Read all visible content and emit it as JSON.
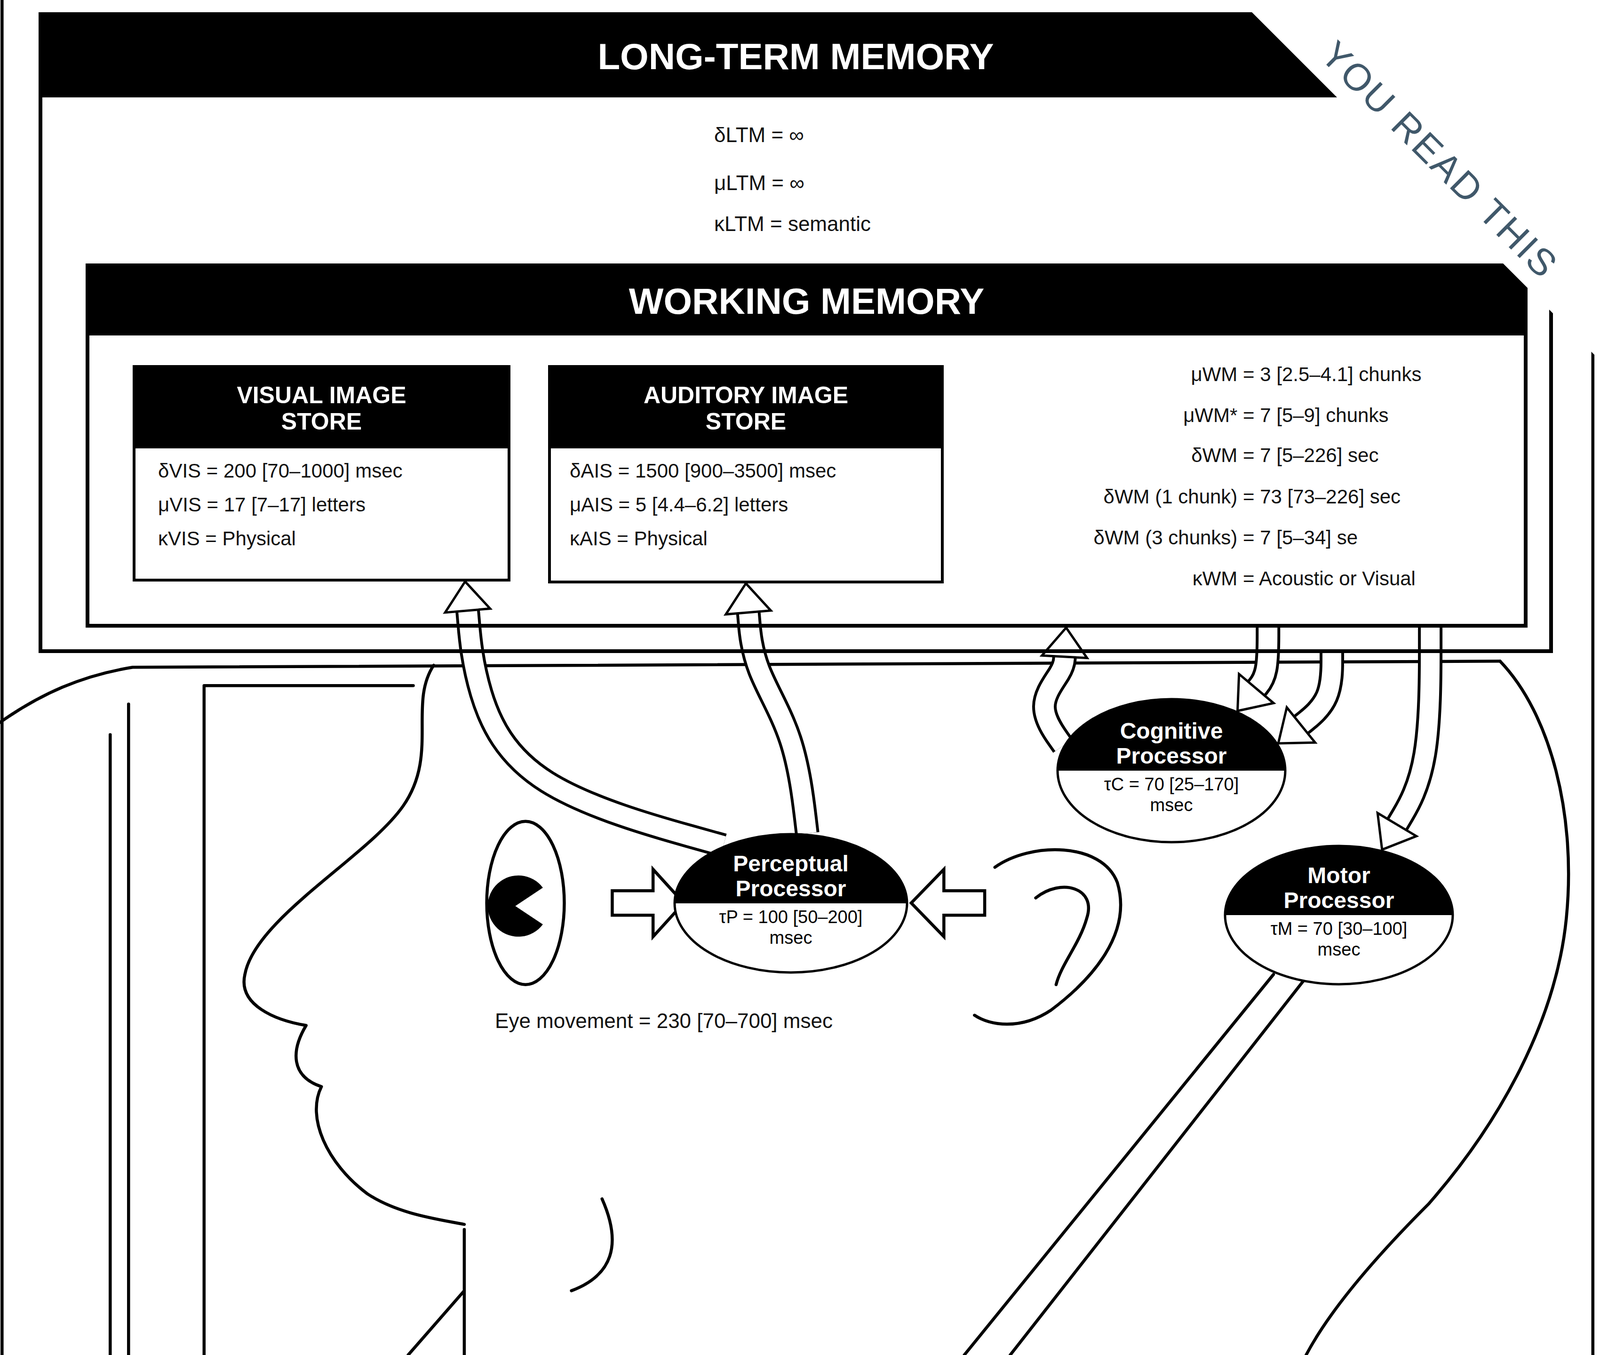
{
  "diagram": {
    "nodes": [
      {
        "text": [
          "LONG-TERM MEMORY",
          "δLTM = ∞",
          "μLTM = ∞",
          "κLTM = semantic"
        ]
      },
      {
        "text": [
          "WORKING MEMORY",
          "μWM = 3 [2.5–4.1] chunks",
          "μWM* = 7 [5–9] chunks",
          "δWM = 7 [5–226] sec",
          "δWM (1 chunk) = 73 [73–226] sec",
          "δWM (3 chunks) = 7 [5–34] se",
          "κWM = Acoustic or Visual"
        ],
        "in": 0
      },
      {
        "text": [
          "VISUAL IMAGE STORE",
          "δVIS = 200 [70–1000] msec",
          "μVIS = 17 [7–17] letters",
          "κVIS = Physical"
        ],
        "in": 1
      },
      {
        "text": [
          "AUDITORY IMAGE STORE",
          "δAIS = 1500 [900–3500] msec",
          "μAIS = 5 [4.4–6.2] letters",
          "κAIS = Physical"
        ],
        "in": 1
      },
      {
        "text": [
          "Perceptual Processor",
          "τP = 100 [50–200] msec"
        ]
      },
      {
        "text": [
          "Cognitive Processor",
          "τC = 70 [25–170] msec"
        ]
      },
      {
        "text": [
          "Motor Processor",
          "τM = 70 [30–100] msec"
        ]
      }
    ],
    "edges": [
      {
        "from": 4,
        "to": 2,
        "arrow": "to"
      },
      {
        "from": 4,
        "to": 3,
        "arrow": "to"
      },
      {
        "from": 5,
        "to": 1,
        "arrow": "to"
      },
      {
        "from": 1,
        "to": 5,
        "arrow": "to"
      },
      {
        "from": 0,
        "to": 5,
        "arrow": "to"
      },
      {
        "from": 1,
        "to": 6,
        "arrow": "to"
      }
    ],
    "labels": [
      "Eye movement = 230 [70–700] msec",
      "YOU READ THIS"
    ]
  }
}
